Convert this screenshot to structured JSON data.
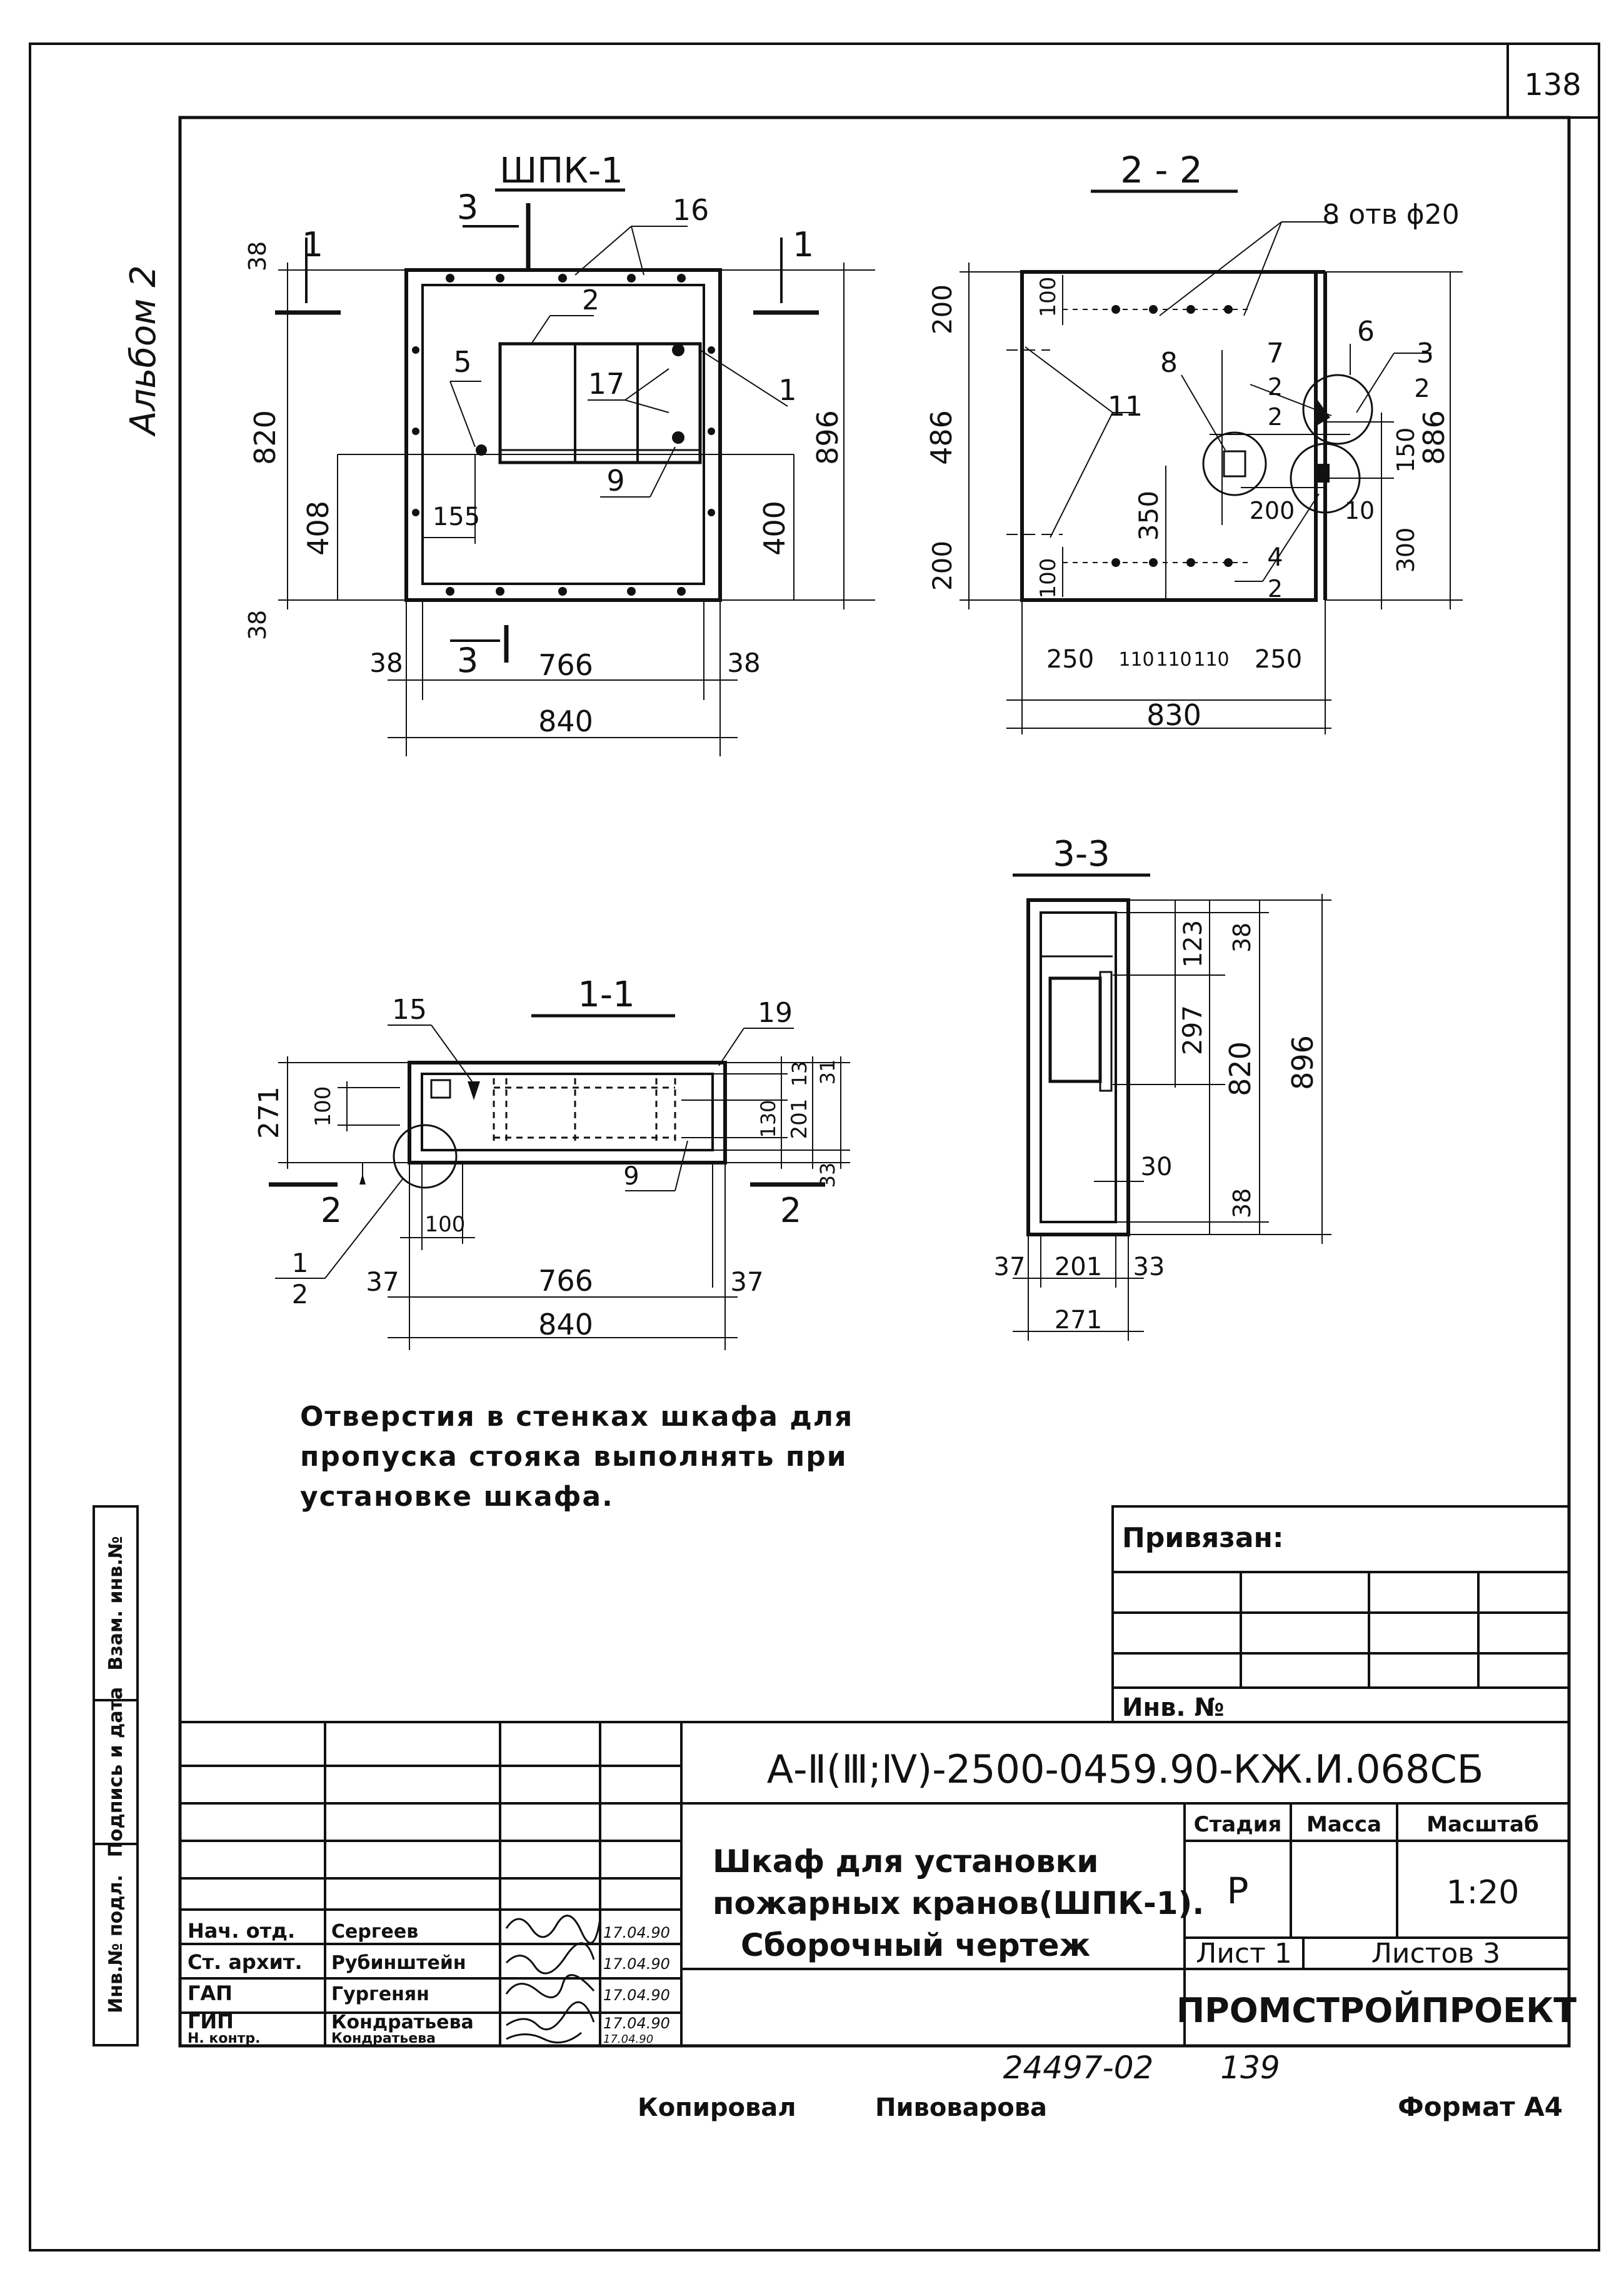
{
  "sheet": {
    "page_number": "138",
    "album_label": "Альбом 2",
    "side_labels": [
      "Инв.№ подл.",
      "Подпись и дата",
      "Взам. инв.№"
    ]
  },
  "views": {
    "plan": {
      "title": "ШПК-1",
      "dims": [
        "38",
        "820",
        "38",
        "408",
        "155",
        "400",
        "896",
        "38",
        "766",
        "38",
        "840"
      ],
      "callouts": [
        "1",
        "1",
        "3",
        "3",
        "16",
        "2",
        "5",
        "17",
        "1",
        "9"
      ]
    },
    "section_2_2": {
      "title": "2 - 2",
      "holes_label": "8 отв ϕ20",
      "dims": [
        "200",
        "486",
        "200",
        "100",
        "100",
        "350",
        "200",
        "150",
        "886",
        "300",
        "250",
        "110",
        "110",
        "110",
        "250",
        "830"
      ],
      "callouts": [
        "11",
        "8",
        "7",
        "2",
        "2",
        "6",
        "3",
        "2",
        "10",
        "4",
        "2"
      ]
    },
    "section_1_1": {
      "title": "1-1",
      "dims": [
        "271",
        "100",
        "13",
        "31",
        "130",
        "201",
        "33",
        "100",
        "37",
        "766",
        "37",
        "840"
      ],
      "callouts": [
        "15",
        "19",
        "9",
        "2",
        "2",
        "1",
        "2"
      ]
    },
    "section_3_3": {
      "title": "3-3",
      "dims": [
        "123",
        "38",
        "297",
        "820",
        "896",
        "30",
        "38",
        "37",
        "201",
        "33",
        "271"
      ]
    }
  },
  "note": {
    "lines": [
      "Отверстия в стенках шкафа для",
      "пропуска  стояка выполнять при",
      "установке  шкафа."
    ]
  },
  "binding_block": {
    "label": "Привязан:",
    "inv_label": "Инв. №"
  },
  "title_block": {
    "code": "А-Ⅱ(Ⅲ;Ⅳ)-2500-0459.90-КЖ.И.068СБ",
    "title_lines": [
      "Шкаф для установки",
      "пожарных кранов(ШПК-1).",
      "Сборочный чертеж"
    ],
    "stage_header": "Стадия",
    "mass_header": "Масса",
    "scale_header": "Масштаб",
    "stage": "Р",
    "mass": "",
    "scale": "1:20",
    "sheet_label": "Лист 1",
    "sheets_label": "Листов 3",
    "organization": "ПРОМСТРОЙПРОЕКТ",
    "staff": [
      {
        "role": "Ст. архит.",
        "name": "Рубинштейн",
        "date": "17.04.90"
      },
      {
        "role": "ГАП",
        "name": "Гургенян",
        "date": "17.04.90"
      },
      {
        "role": "ГИП",
        "name": "Кондратьева",
        "date": "17.04.90"
      },
      {
        "role": "Н. контр.",
        "name": "Кондратьева",
        "date": "17.04.90"
      },
      {
        "role": "Нач. отд.",
        "name": "Сергеев",
        "date": "17.04.90"
      }
    ]
  },
  "footer": {
    "doc_number": "24497-02",
    "page_ref": "139",
    "copied_label": "Копировал",
    "copied_by": "Пивоварова",
    "format": "Формат А4"
  }
}
